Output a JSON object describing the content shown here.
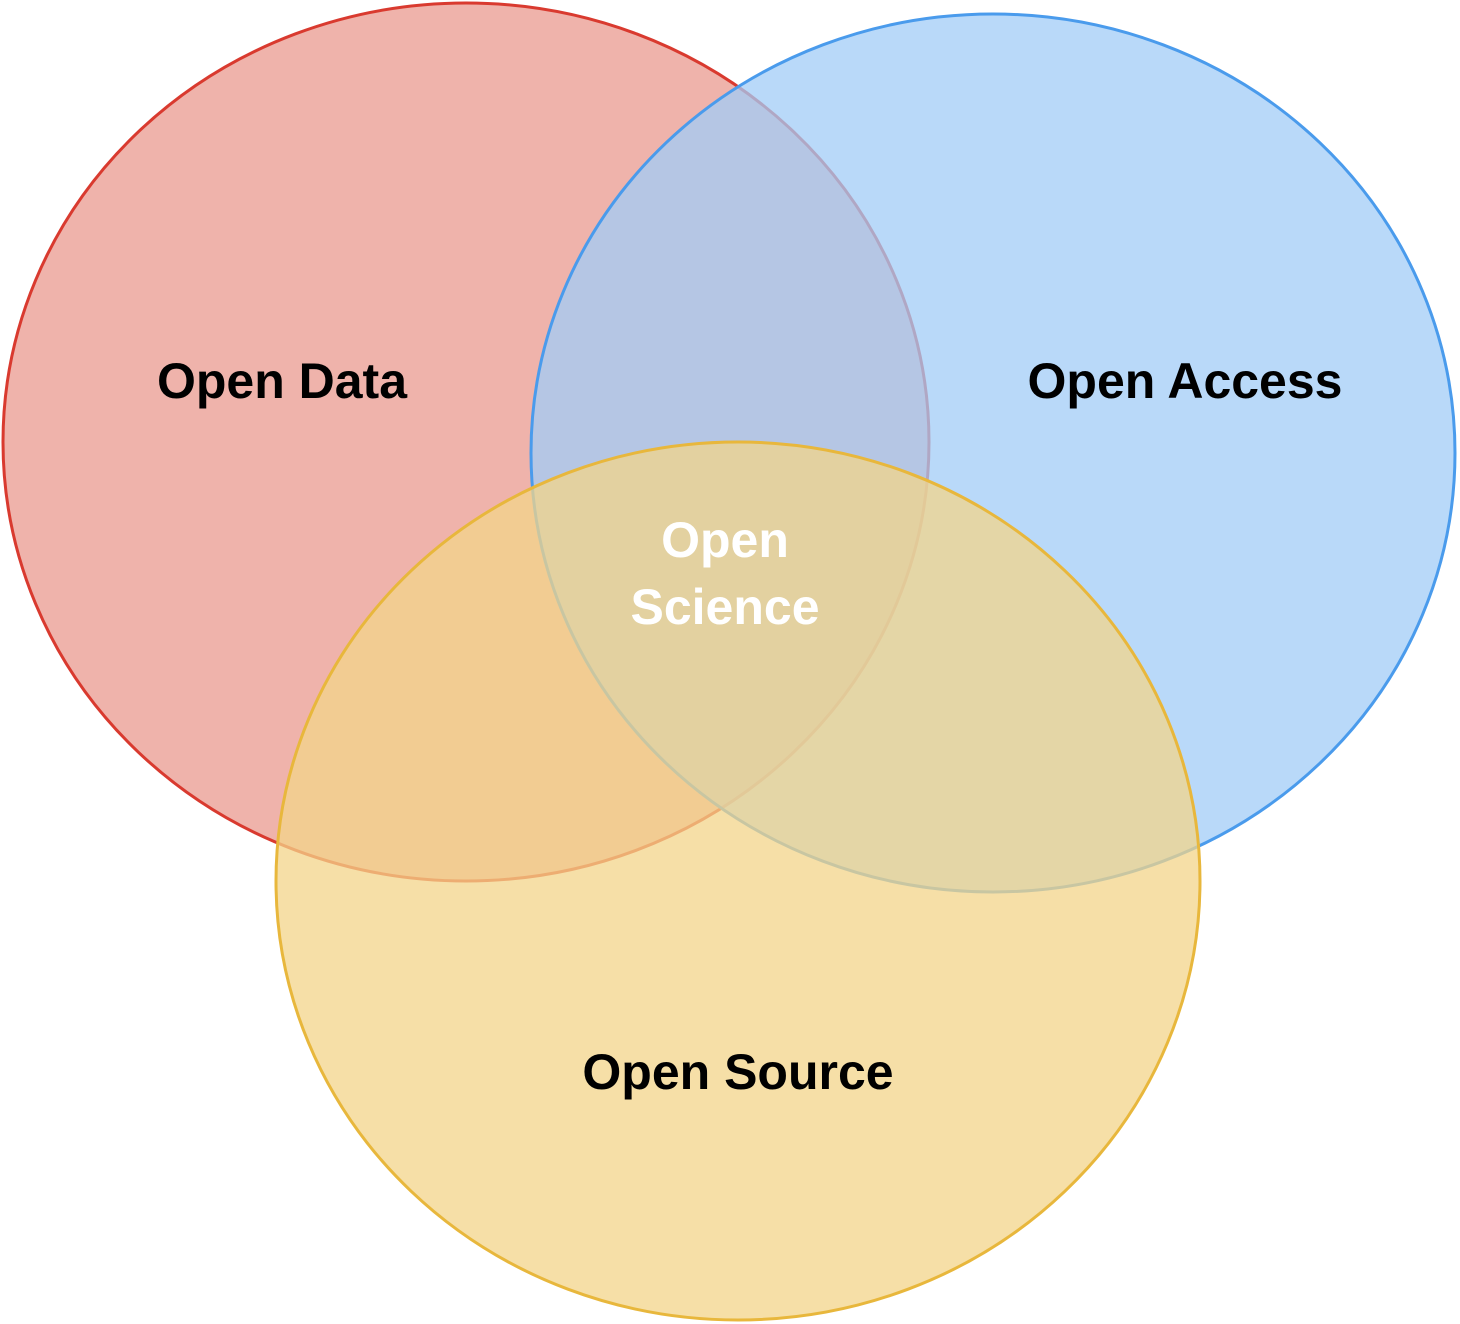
{
  "diagram": {
    "type": "venn",
    "sets": [
      {
        "id": "data",
        "label": "Open Data",
        "fill": "#EA9A8F",
        "stroke": "#D93A2F"
      },
      {
        "id": "access",
        "label": "Open Access",
        "fill": "#A2CCF7",
        "stroke": "#4A9BEC"
      },
      {
        "id": "source",
        "label": "Open Source",
        "fill": "#F3D48A",
        "stroke": "#E8B73C"
      }
    ],
    "intersection": {
      "label_line1": "Open",
      "label_line2": "Science"
    }
  }
}
